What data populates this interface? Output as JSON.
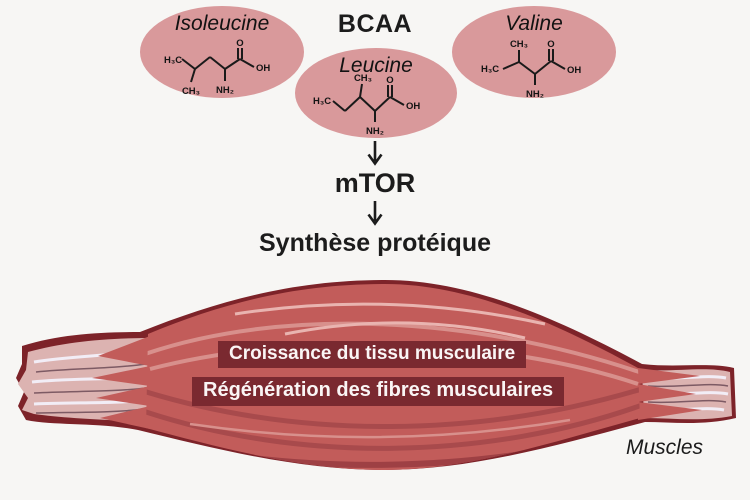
{
  "title": "BCAA",
  "molecules": [
    {
      "name": "Isoleucine",
      "labels": {
        "h3c": "H₃C",
        "ch3": "CH₃",
        "nh2": "NH₂",
        "o": "O",
        "oh": "OH"
      }
    },
    {
      "name": "Leucine",
      "labels": {
        "h3c": "H₃C",
        "ch3": "CH₃",
        "nh2": "NH₂",
        "o": "O",
        "oh": "OH"
      }
    },
    {
      "name": "Valine",
      "labels": {
        "h3c": "H₃C",
        "ch3": "CH₃",
        "nh2": "NH₂",
        "o": "O",
        "oh": "OH"
      }
    }
  ],
  "pathway": {
    "node": "mTOR",
    "outcome": "Synthèse protéique"
  },
  "muscle": {
    "banner_growth": "Croissance du tissu musculaire",
    "banner_regen": "Régénération des fibres musculaires",
    "caption": "Muscles"
  },
  "colors": {
    "background": "#f7f6f4",
    "ellipse_pink": "#d9999b",
    "banner_red": "#7a2930",
    "muscle_outline": "#7d2329",
    "muscle_belly": "#c25c5a",
    "tendon_pink": "#dcb3b1",
    "text": "#1c1c1c"
  }
}
